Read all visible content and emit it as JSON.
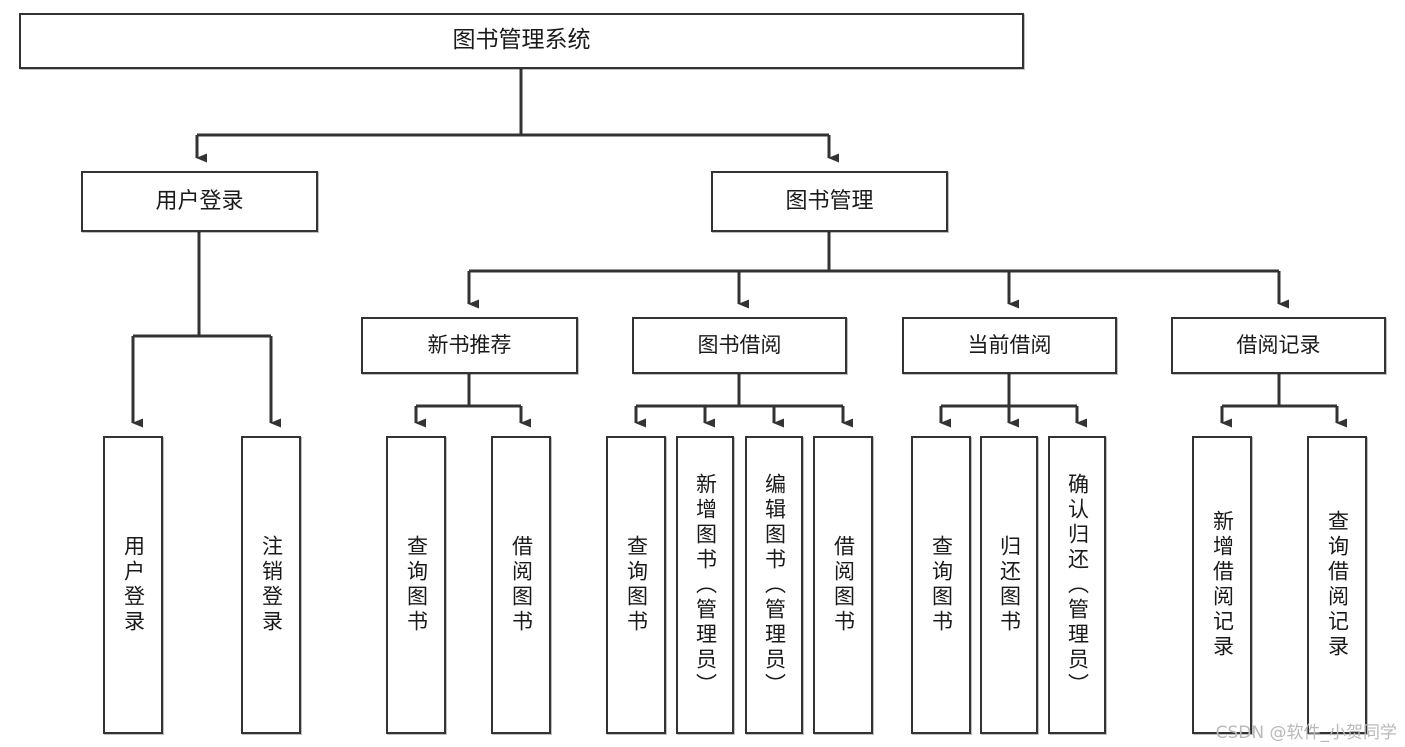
{
  "diagram": {
    "title": "图书管理系统",
    "type": "functional-structure-tree",
    "watermark": "CSDN @软件_小贺同学",
    "colors": {
      "box_border": "#333333",
      "box_fill": "#ffffff",
      "connector": "#333333",
      "text": "#1a1a1a",
      "watermark": "#b9b9b9",
      "background": "#ffffff"
    },
    "root": {
      "label": "图书管理系统"
    },
    "level1": [
      {
        "id": "user-login",
        "label": "用户登录"
      },
      {
        "id": "book-manage",
        "label": "图书管理"
      }
    ],
    "level2": [
      {
        "id": "new-book-recommend",
        "label": "新书推荐",
        "parent": "book-manage"
      },
      {
        "id": "book-borrow",
        "label": "图书借阅",
        "parent": "book-manage"
      },
      {
        "id": "current-borrow",
        "label": "当前借阅",
        "parent": "book-manage"
      },
      {
        "id": "borrow-record",
        "label": "借阅记录",
        "parent": "book-manage"
      }
    ],
    "leaves": [
      {
        "id": "leaf-user-login",
        "label": "用户登录",
        "parent": "user-login"
      },
      {
        "id": "leaf-user-logout",
        "label": "注销登录",
        "parent": "user-login"
      },
      {
        "id": "leaf-query-book-1",
        "label": "查询图书",
        "parent": "new-book-recommend"
      },
      {
        "id": "leaf-borrow-book-1",
        "label": "借阅图书",
        "parent": "new-book-recommend"
      },
      {
        "id": "leaf-query-book-2",
        "label": "查询图书",
        "parent": "book-borrow"
      },
      {
        "id": "leaf-add-book-admin",
        "label": "新增图书（管理员）",
        "parent": "book-borrow"
      },
      {
        "id": "leaf-edit-book-admin",
        "label": "编辑图书（管理员）",
        "parent": "book-borrow"
      },
      {
        "id": "leaf-borrow-book-2",
        "label": "借阅图书",
        "parent": "book-borrow"
      },
      {
        "id": "leaf-query-book-3",
        "label": "查询图书",
        "parent": "current-borrow"
      },
      {
        "id": "leaf-return-book",
        "label": "归还图书",
        "parent": "current-borrow"
      },
      {
        "id": "leaf-confirm-return-admin",
        "label": "确认归还（管理员）",
        "parent": "current-borrow"
      },
      {
        "id": "leaf-add-borrow-record",
        "label": "新增借阅记录",
        "parent": "borrow-record"
      },
      {
        "id": "leaf-query-borrow-record",
        "label": "查询借阅记录",
        "parent": "borrow-record"
      }
    ]
  }
}
